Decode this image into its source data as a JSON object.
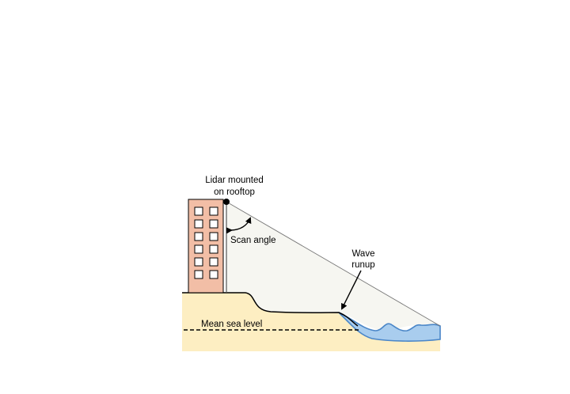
{
  "labels": {
    "lidar_line1": "Lidar mounted",
    "lidar_line2": "on rooftop",
    "scan_angle": "Scan angle",
    "wave_line1": "Wave",
    "wave_line2": "runup",
    "sea_level": "Mean sea level"
  },
  "colors": {
    "building_fill": "#f2bea6",
    "sand_fill": "#fdeec2",
    "scan_area_fill": "#f6f6f1",
    "water_fill": "#a9cdee",
    "water_stroke": "#4a86c8",
    "outline": "#000000"
  }
}
